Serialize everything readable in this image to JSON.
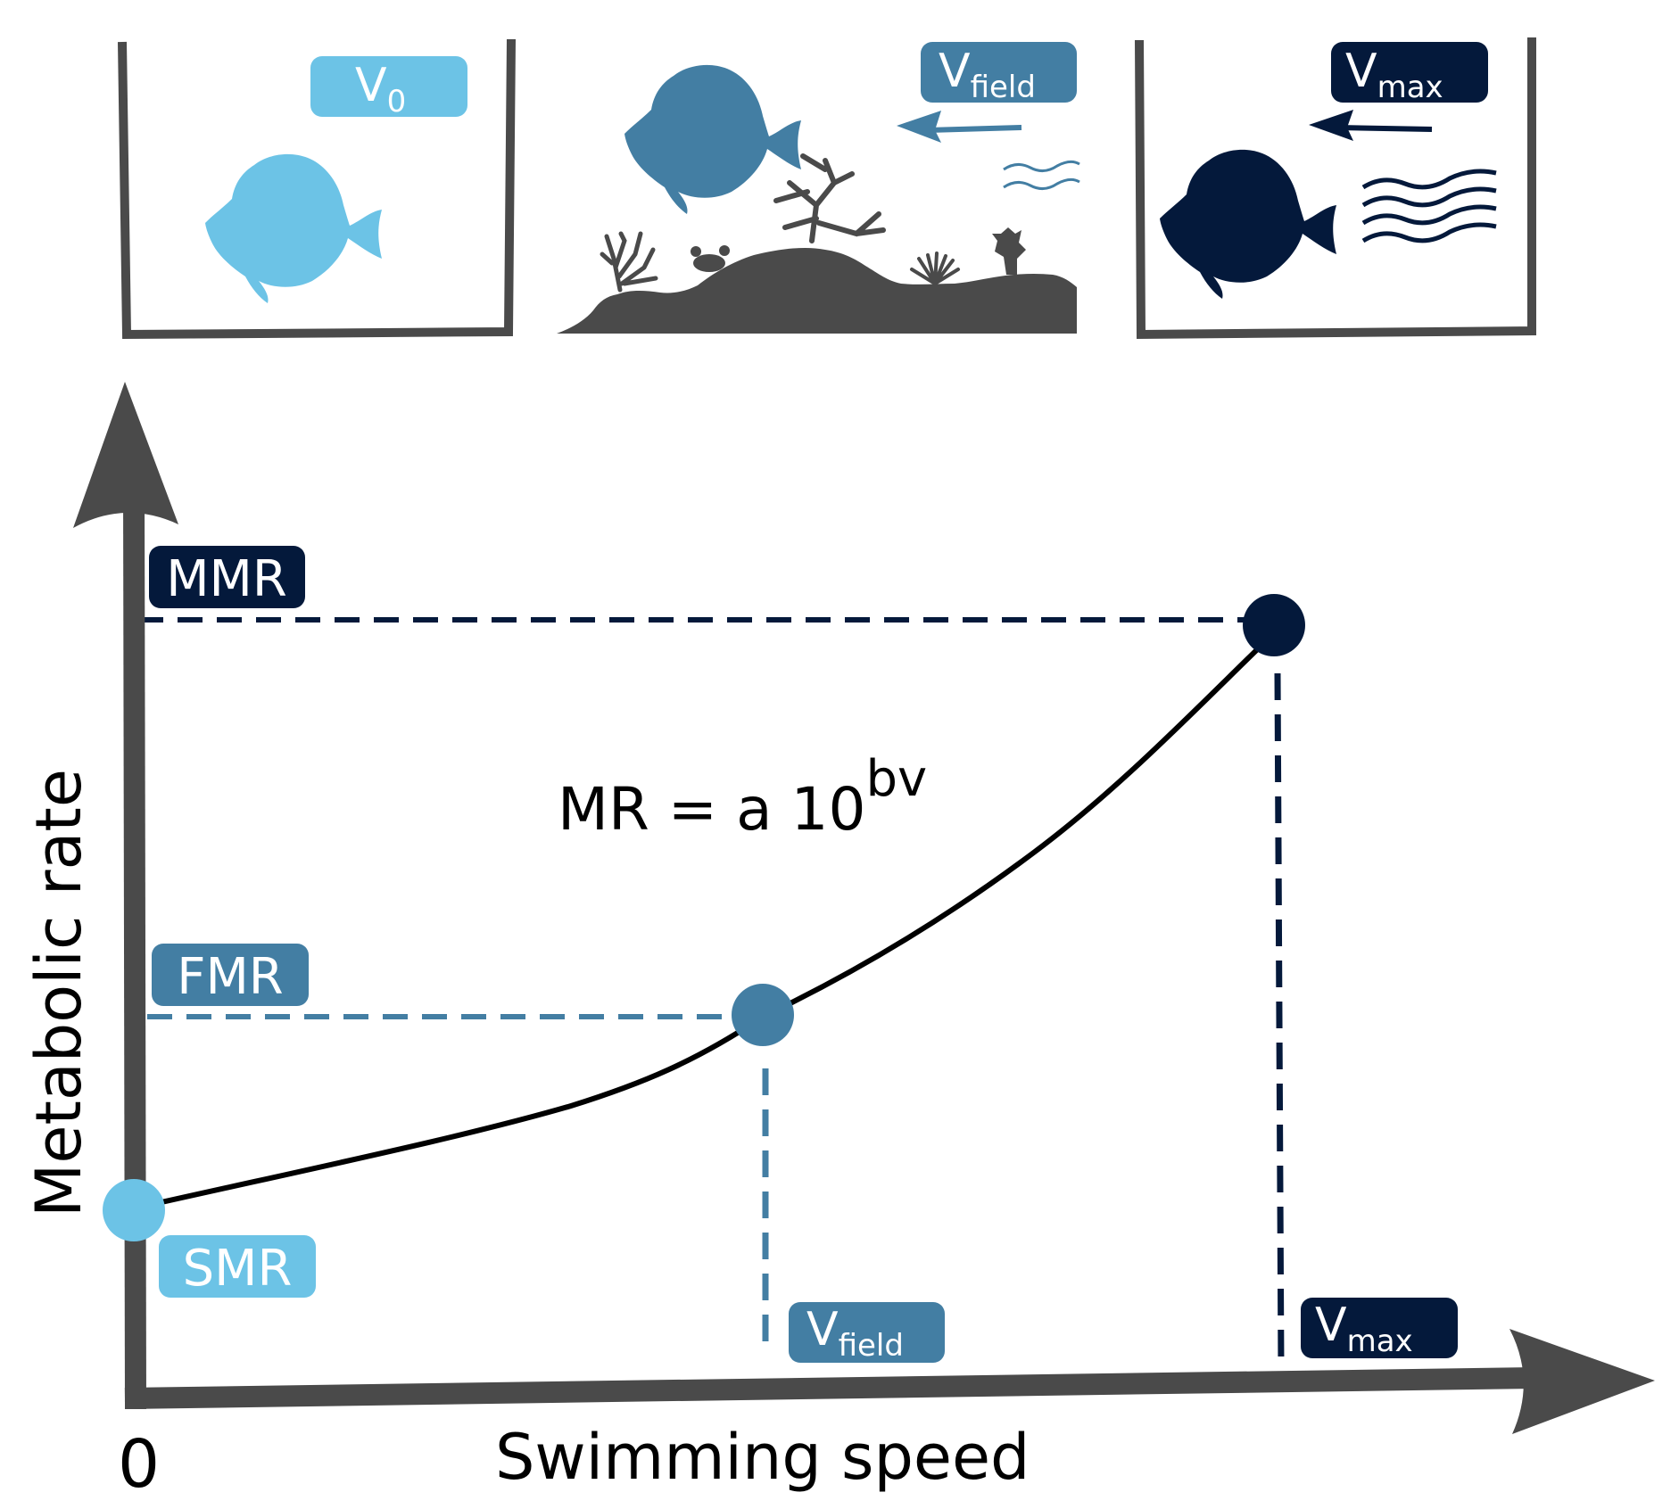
{
  "colors": {
    "light": "#6cc3e6",
    "mid": "#437ea3",
    "dark": "#04193b",
    "axis": "#4a4a4a",
    "curve": "#000000",
    "label_text": "#ffffff"
  },
  "panels": [
    {
      "label": "V",
      "sub": "0",
      "scene": "tank",
      "flow_arrow": false,
      "current": "none"
    },
    {
      "label": "V",
      "sub": "field",
      "scene": "reef",
      "flow_arrow": true,
      "current": "weak"
    },
    {
      "label": "V",
      "sub": "max",
      "scene": "tank",
      "flow_arrow": true,
      "current": "strong"
    }
  ],
  "equation": {
    "base": "MR = a 10",
    "exponent": "bv"
  },
  "axes": {
    "x_label": "Swimming speed",
    "y_label": "Metabolic rate",
    "origin_label": "0"
  },
  "points": [
    {
      "name": "SMR",
      "label": "SMR",
      "color": "light"
    },
    {
      "name": "FMR",
      "label": "FMR",
      "color": "mid"
    },
    {
      "name": "MMR",
      "label": "MMR",
      "color": "dark"
    }
  ],
  "speed_labels": [
    {
      "name": "v-field",
      "label": "V",
      "sub": "field",
      "color": "mid"
    },
    {
      "name": "v-max",
      "label": "V",
      "sub": "max",
      "color": "dark"
    }
  ],
  "icons": [
    "fish-icon",
    "coral-reef-icon",
    "crab-icon",
    "sea-anemone-icon",
    "water-current-icon",
    "arrow-left-icon"
  ]
}
